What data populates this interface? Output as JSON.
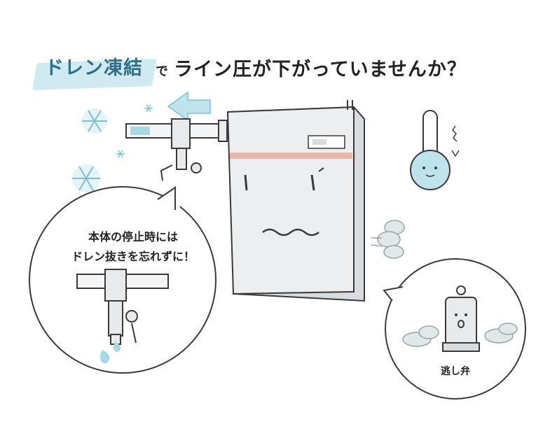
{
  "headline": {
    "highlight": "ドレン凍結",
    "particle": "で",
    "rest": "ライン圧が下がっていませんか？"
  },
  "left_bubble": {
    "line1": "本体の停止時には",
    "line2": "ドレン抜きを忘れずに！"
  },
  "right_bubble": {
    "label": "逃し弁"
  },
  "colors": {
    "accent_blue": "#2f6f8a",
    "highlight_bg": "#cfeaf0",
    "snow": "#a9d7e3",
    "boiler_body": "#eceef0",
    "stripe": "#e9b9a9",
    "ink": "#3a3a3a"
  },
  "icons": [
    "snowflake-icon",
    "arrow-left-icon",
    "thermometer-icon",
    "steam-cloud-icon",
    "water-drop-icon"
  ]
}
